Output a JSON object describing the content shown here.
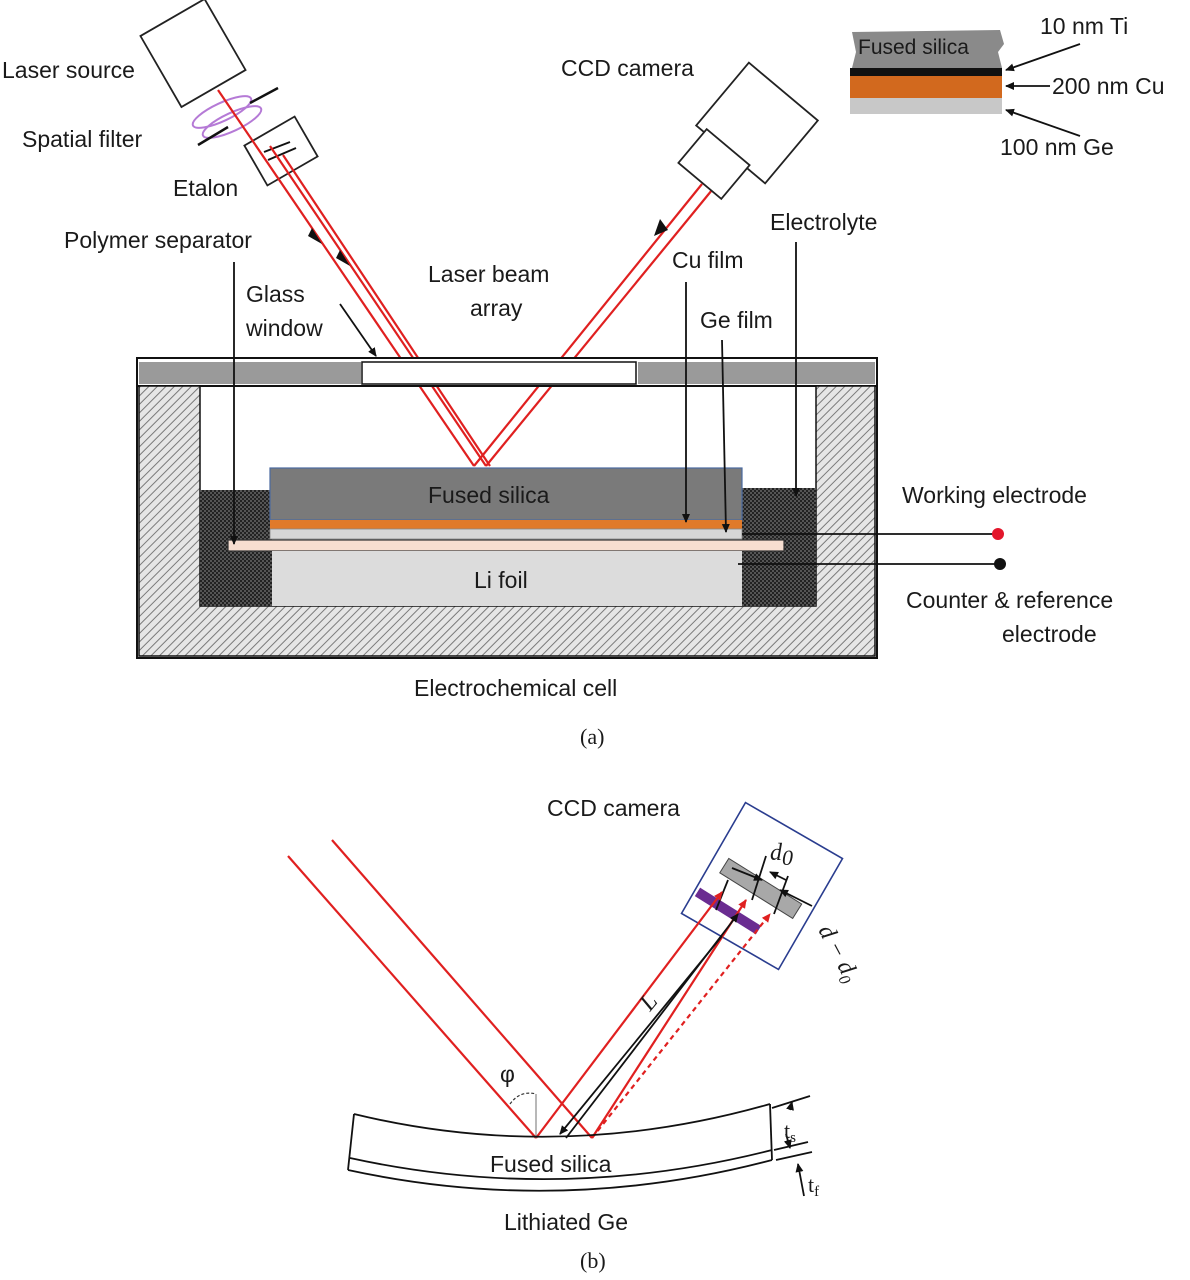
{
  "panel_a": {
    "caption": "(a)",
    "laser_source": "Laser source",
    "spatial_filter": "Spatial filter",
    "etalon": "Etalon",
    "polymer_separator": "Polymer separator",
    "glass_window_line1": "Glass",
    "glass_window_line2": "window",
    "laser_beam_array_line1": "Laser beam",
    "laser_beam_array_line2": "array",
    "ccd_camera": "CCD camera",
    "electrolyte": "Electrolyte",
    "cu_film": "Cu film",
    "ge_film": "Ge film",
    "fused_silica": "Fused silica",
    "li_foil": "Li foil",
    "working_electrode": "Working electrode",
    "counter_line1": "Counter & reference",
    "counter_line2": "electrode",
    "electrochemical_cell": "Electrochemical cell",
    "inset": {
      "fused_silica": "Fused silica",
      "ti": "10 nm Ti",
      "cu": "200 nm Cu",
      "ge": "100 nm Ge"
    }
  },
  "panel_b": {
    "caption": "(b)",
    "ccd_camera": "CCD camera",
    "d0": "d",
    "d0_sub": "0",
    "d_minus_d0": "d − d",
    "d_minus_d0_sub": "0",
    "L": "L",
    "phi": "φ",
    "ts": "t",
    "ts_sub": "s",
    "tf": "t",
    "tf_sub": "f",
    "fused_silica": "Fused silica",
    "lithiated_ge": "Lithiated Ge"
  },
  "colors": {
    "beam": "#e02020",
    "copper": "#d2691e",
    "silica": "#7a7a7a",
    "hatch": "#888888",
    "separator": "#f7ded0",
    "working_electrode_dot": "#e3162b",
    "counter_electrode_dot": "#111111",
    "camera_frame": "#2a3d8f",
    "filter": "#6a2c91",
    "spatial_filter_lens": "#b57ad6"
  }
}
